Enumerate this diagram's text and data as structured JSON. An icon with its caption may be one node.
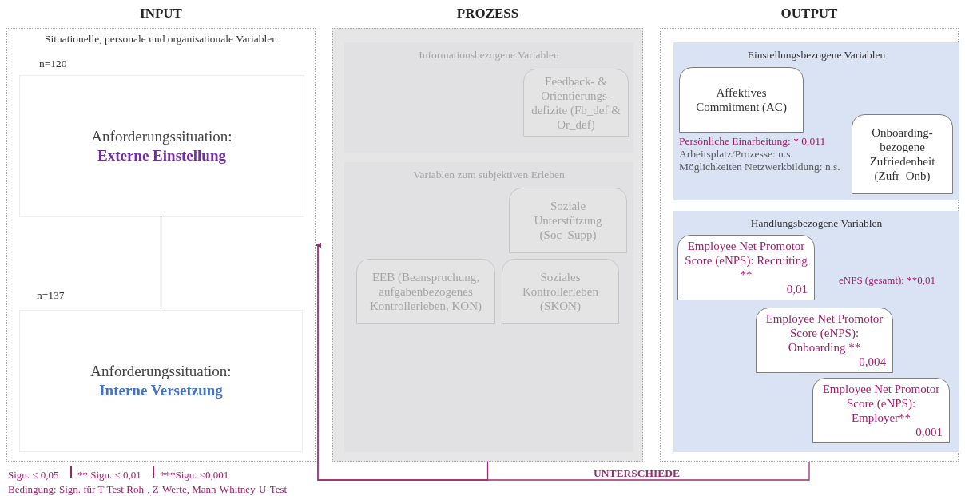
{
  "diagram": {
    "nodes": [
      {
        "text": [
          "INPUT",
          "Situationelle, personale und organisationale Variablen"
        ]
      },
      {
        "text": [
          "Anforderungssituation:",
          "Externe Einstellung"
        ],
        "beside": [
          "n=120"
        ],
        "in": 0
      },
      {
        "text": [
          "Anforderungssituation:",
          "Interne Versetzung"
        ],
        "beside": [
          "n=137"
        ],
        "in": 0
      },
      {
        "text": [
          "PROZESS"
        ]
      },
      {
        "text": [
          "Informationsbezogene Variablen"
        ],
        "in": 3
      },
      {
        "text": [
          "Feedback- & Orientierungs-defizite (Fb_def & Or_def)"
        ],
        "in": 4
      },
      {
        "text": [
          "Variablen zum subjektiven Erleben"
        ],
        "in": 3
      },
      {
        "text": [
          "Soziale Unterstützung (Soc_Supp)"
        ],
        "in": 6
      },
      {
        "text": [
          "EEB (Beanspruchung, aufgabenbezogenes Kontrollerleben, KON)"
        ],
        "in": 6
      },
      {
        "text": [
          "Soziales Kontrollerleben (SKON)"
        ],
        "in": 6
      },
      {
        "text": [
          "OUTPUT"
        ]
      },
      {
        "text": [
          "Einstellungsbezogene Variablen"
        ],
        "in": 10
      },
      {
        "text": [
          "Affektives Commitment (AC)"
        ],
        "beside": [
          "Persönliche Einarbeitung: * 0,011",
          "Arbeitsplatz/Prozesse: n.s.",
          "Möglichkeiten Netzwerkbildung: n.s."
        ],
        "in": 11
      },
      {
        "text": [
          "Onboarding-bezogene Zufriedenheit (Zufr_Onb)"
        ],
        "in": 11
      },
      {
        "text": [
          "Handlungsbezogene Variablen"
        ],
        "in": 10
      },
      {
        "text": [
          "Employee Net Promotor Score (eNPS): Recruiting **",
          "0,01"
        ],
        "in": 14
      },
      {
        "text": [
          "Employee Net Promotor Score (eNPS): Onboarding **",
          "0,004"
        ],
        "in": 14
      },
      {
        "text": [
          "Employee Net Promotor Score (eNPS): Employer**",
          "0,001"
        ],
        "in": 14
      }
    ],
    "edges": [
      {
        "from": 1,
        "to": 2,
        "arrow": "none",
        "color": "#a6a6a6"
      },
      {
        "from": 3,
        "to": 0,
        "arrow": "to"
      },
      {
        "from": 10,
        "to": 0,
        "arrow": "to",
        "label": "UNTERSCHIEDE"
      }
    ],
    "labels": [
      "eNPS (gesamt): **0,01",
      "Sign. ≤ 0,05",
      "** Sign. ≤ 0,01",
      "***Sign. ≤0,001",
      "Bedingung: Sign. für T-Test Roh-, Z-Werte, Mann-Whitney-U-Test"
    ]
  }
}
